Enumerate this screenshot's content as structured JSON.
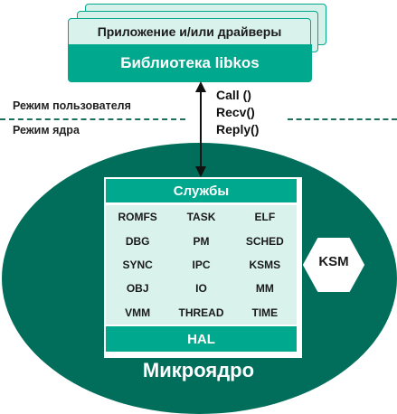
{
  "app_layer": {
    "title": "Приложение и/или драйверы",
    "library": "Библиотека libkos"
  },
  "modes": {
    "user": "Режим пользователя",
    "kernel": "Режим ядра"
  },
  "syscalls": [
    "Call ()",
    "Recv()",
    "Reply()"
  ],
  "kernel": {
    "title": "Микроядро",
    "services_title": "Службы",
    "services": [
      [
        "ROMFS",
        "TASK",
        "ELF"
      ],
      [
        "DBG",
        "PM",
        "SCHED"
      ],
      [
        "SYNC",
        "IPC",
        "KSMS"
      ],
      [
        "OBJ",
        "IO",
        "MM"
      ],
      [
        "VMM",
        "THREAD",
        "TIME"
      ]
    ],
    "hal": "HAL",
    "ksm": "KSM"
  },
  "colors": {
    "accent": "#00a88e",
    "kernel_fill": "#006e5a",
    "light_fill": "#d9f2eb"
  }
}
